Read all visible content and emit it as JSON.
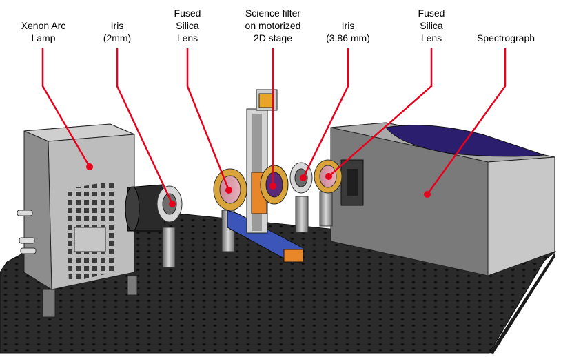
{
  "diagram": {
    "labels": [
      {
        "id": "xenon-arc-lamp",
        "lines": [
          "Xenon Arc",
          "Lamp"
        ]
      },
      {
        "id": "iris-2mm",
        "lines": [
          "Iris",
          "(2mm)"
        ]
      },
      {
        "id": "fused-silica-lens-1",
        "lines": [
          "Fused",
          "Silica",
          "Lens"
        ]
      },
      {
        "id": "science-filter",
        "lines": [
          "Science filter",
          "on motorized",
          "2D stage"
        ]
      },
      {
        "id": "iris-3-86mm",
        "lines": [
          "Iris",
          "(3.86 mm)"
        ]
      },
      {
        "id": "fused-silica-lens-2",
        "lines": [
          "Fused",
          "Silica",
          "Lens"
        ]
      },
      {
        "id": "spectrograph",
        "lines": [
          "Spectrograph"
        ]
      }
    ],
    "colors": {
      "leader": "#e8001c",
      "table": "#2a2a2a",
      "lamp": "#b8b8b8",
      "spectrograph": "#8e8e8e",
      "spectrograph_window": "#2b1e6e",
      "brass": "#d9a53a",
      "stage_blue": "#3b55b8",
      "stage_orange": "#e8872a"
    }
  }
}
